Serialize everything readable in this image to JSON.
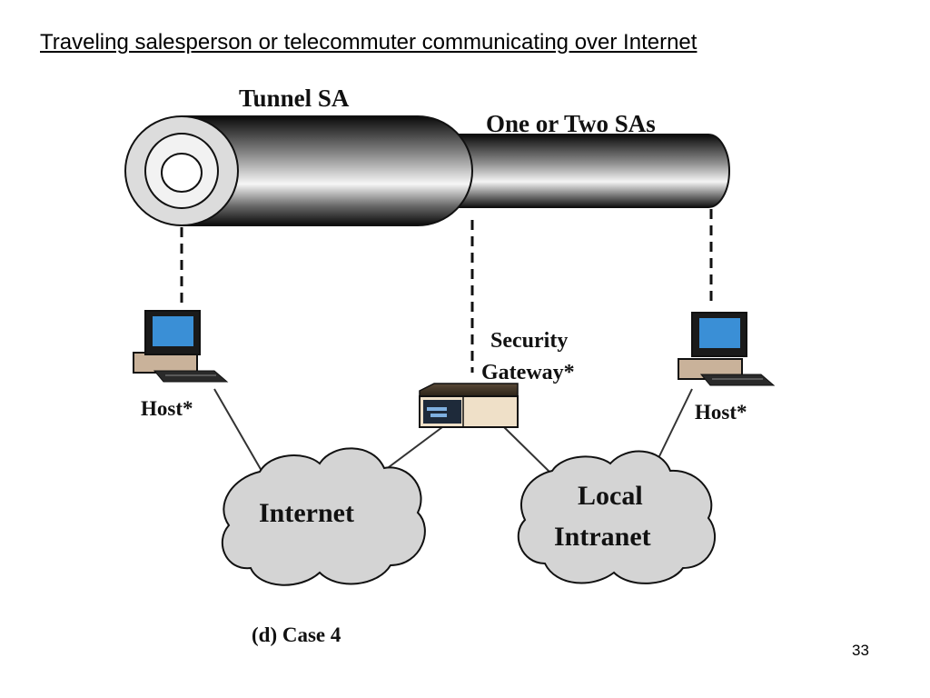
{
  "slide": {
    "title": "Traveling salesperson or telecommuter communicating over Internet",
    "page_number": "33"
  },
  "diagram": {
    "tunnel_label": "Tunnel SA",
    "inner_tunnel_label": "One or Two SAs",
    "gateway_label_line1": "Security",
    "gateway_label_line2": "Gateway*",
    "host_left_label": "Host*",
    "host_right_label": "Host*",
    "internet_label": "Internet",
    "intranet_label_line1": "Local",
    "intranet_label_line2": "Intranet",
    "caption": "(d) Case 4",
    "colors": {
      "screen": "#3a8fd6",
      "cloud_fill": "#d4d4d4",
      "gateway_face": "#efe0c8"
    }
  }
}
